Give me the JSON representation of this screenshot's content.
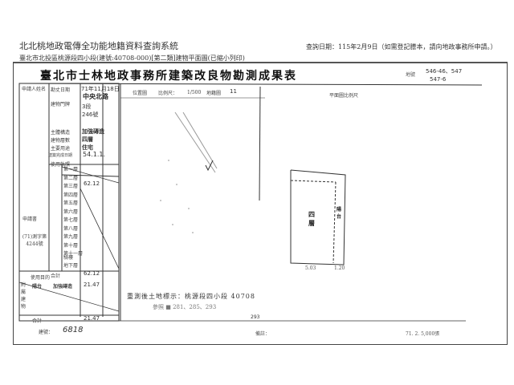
{
  "header": {
    "system_title": "北北桃地政電傳全功能地籍資料查詢系統",
    "subtitle": "臺北市北投區桃源段四小段(建號:40708-000)[第二類]建物平面圖(已縮小列印)",
    "query_date": "查詢日期：115年2月9日（如需登記謄本，請向地政事務所申請。）"
  },
  "document": {
    "title": "臺北市士林地政事務所建築改良物勘測成果表",
    "lot_numbers": [
      "546-46、547",
      "547-6"
    ],
    "lot_label": "地號",
    "left_table": {
      "applicant_label": "申請人姓名",
      "date_label": "勘丈日期",
      "date_value": "71年11月18日",
      "location_label": "建物門牌",
      "road_value": "中央北路",
      "section_value": "3段",
      "number_value": "246號",
      "main_use_label": "主要用途",
      "main_use_value": "住宅",
      "structure_label": "主體構造",
      "structure_value": "加強磚造",
      "floors_label": "建物層數",
      "floors_value": "四層",
      "completion_label": "建築完成日期",
      "completion_value": "54.1.1.",
      "license_label": "使用執照",
      "floor_rows": [
        "第一層",
        "第二層",
        "第三層",
        "第四層",
        "第五層",
        "第六層",
        "第七層",
        "第八層",
        "第九層",
        "第十層",
        "第十一層"
      ],
      "third_floor_area": "62.12",
      "basement_rows": [
        "騎樓",
        "地下層"
      ],
      "total_label": "合計",
      "total_area": "62.12",
      "applicant_book_label": "申請書",
      "applicant_book_no": "(71)測字第4244號",
      "annex_label": "附屬建物",
      "annex_use_label": "使用目的",
      "annex_use_value": "陽台",
      "annex_structure_value": "加強磚造",
      "annex_area": "21.47",
      "annex_total_label": "合計",
      "annex_total": "21.47",
      "building_no_label": "建號：",
      "building_no_value": "6818"
    },
    "site_plan": {
      "label": "位置圖",
      "scale_label": "比例尺：",
      "scale_value": "1/500",
      "map_label": "地籍圖",
      "map_value": "11"
    },
    "floor_plan": {
      "scale_label": "平面圖比例尺",
      "floor_name": "四層",
      "balcony_label": "陽台",
      "dim_bottom_left": "5.03",
      "dim_bottom_right": "1.20"
    },
    "note_line1": "重測後土地標示：桃源段四小段 40708",
    "note_line2": "參照 ■ 281、285、293",
    "note_numbers": [
      "281",
      "285",
      "293"
    ],
    "remark_label": "備註：",
    "footer_code": "71. 2. 5,000張"
  }
}
